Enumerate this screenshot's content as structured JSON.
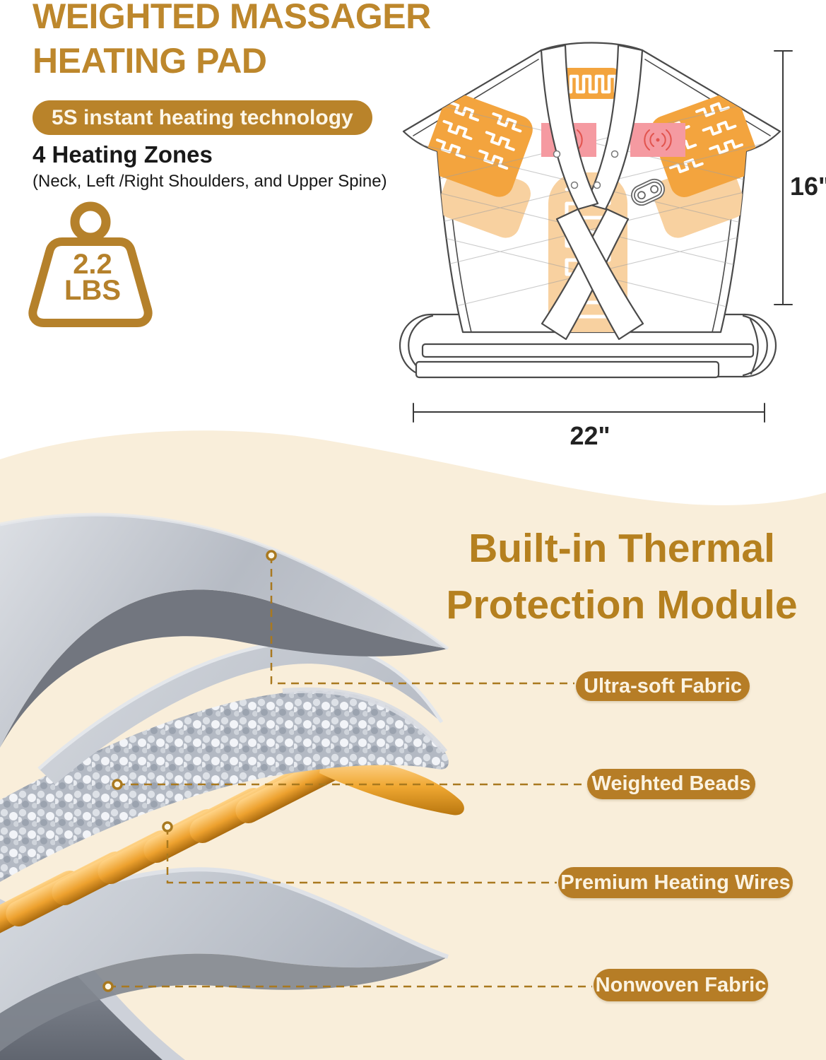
{
  "header": {
    "title_line1": "WEIGHTED MASSAGER",
    "title_line2": "HEATING PAD",
    "badge": "5S instant heating technology",
    "zones_title": "4 Heating Zones",
    "zones_subtitle": "(Neck, Left /Right Shoulders, and Upper Spine)",
    "weight_value": "2.2",
    "weight_unit": "LBS"
  },
  "product_diagram": {
    "height_label": "16\"",
    "width_label": "22\""
  },
  "thermal": {
    "title_line1": "Built-in Thermal",
    "title_line2": "Protection Module",
    "layers": [
      {
        "label": "Ultra-soft Fabric"
      },
      {
        "label": "Weighted Beads"
      },
      {
        "label": "Premium Heating Wires"
      },
      {
        "label": "Nonwoven Fabric"
      }
    ]
  },
  "colors": {
    "accent_gold": "#bd872c",
    "badge_gold": "#b9832a",
    "pill_gold": "#b67d26",
    "thermal_title_gold": "#b5801f",
    "cream_background": "#f9eeda",
    "heating_orange": "#f3a43e",
    "soft_heating_orange": "#f8d1a0",
    "massage_pink": "#f59aa1",
    "dark_text": "#191919"
  }
}
